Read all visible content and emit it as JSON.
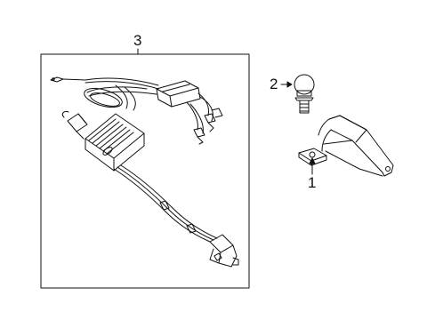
{
  "callouts": {
    "part_1": "1",
    "part_2": "2",
    "part_3": "3"
  },
  "parts": [
    {
      "callout": "1",
      "icon": "hitch-ball-mount-icon"
    },
    {
      "callout": "2",
      "icon": "hitch-ball-icon"
    },
    {
      "callout": "3",
      "icon": "wiring-harness-kit-icon"
    }
  ],
  "colors": {
    "line": "#111111",
    "background": "#ffffff"
  }
}
